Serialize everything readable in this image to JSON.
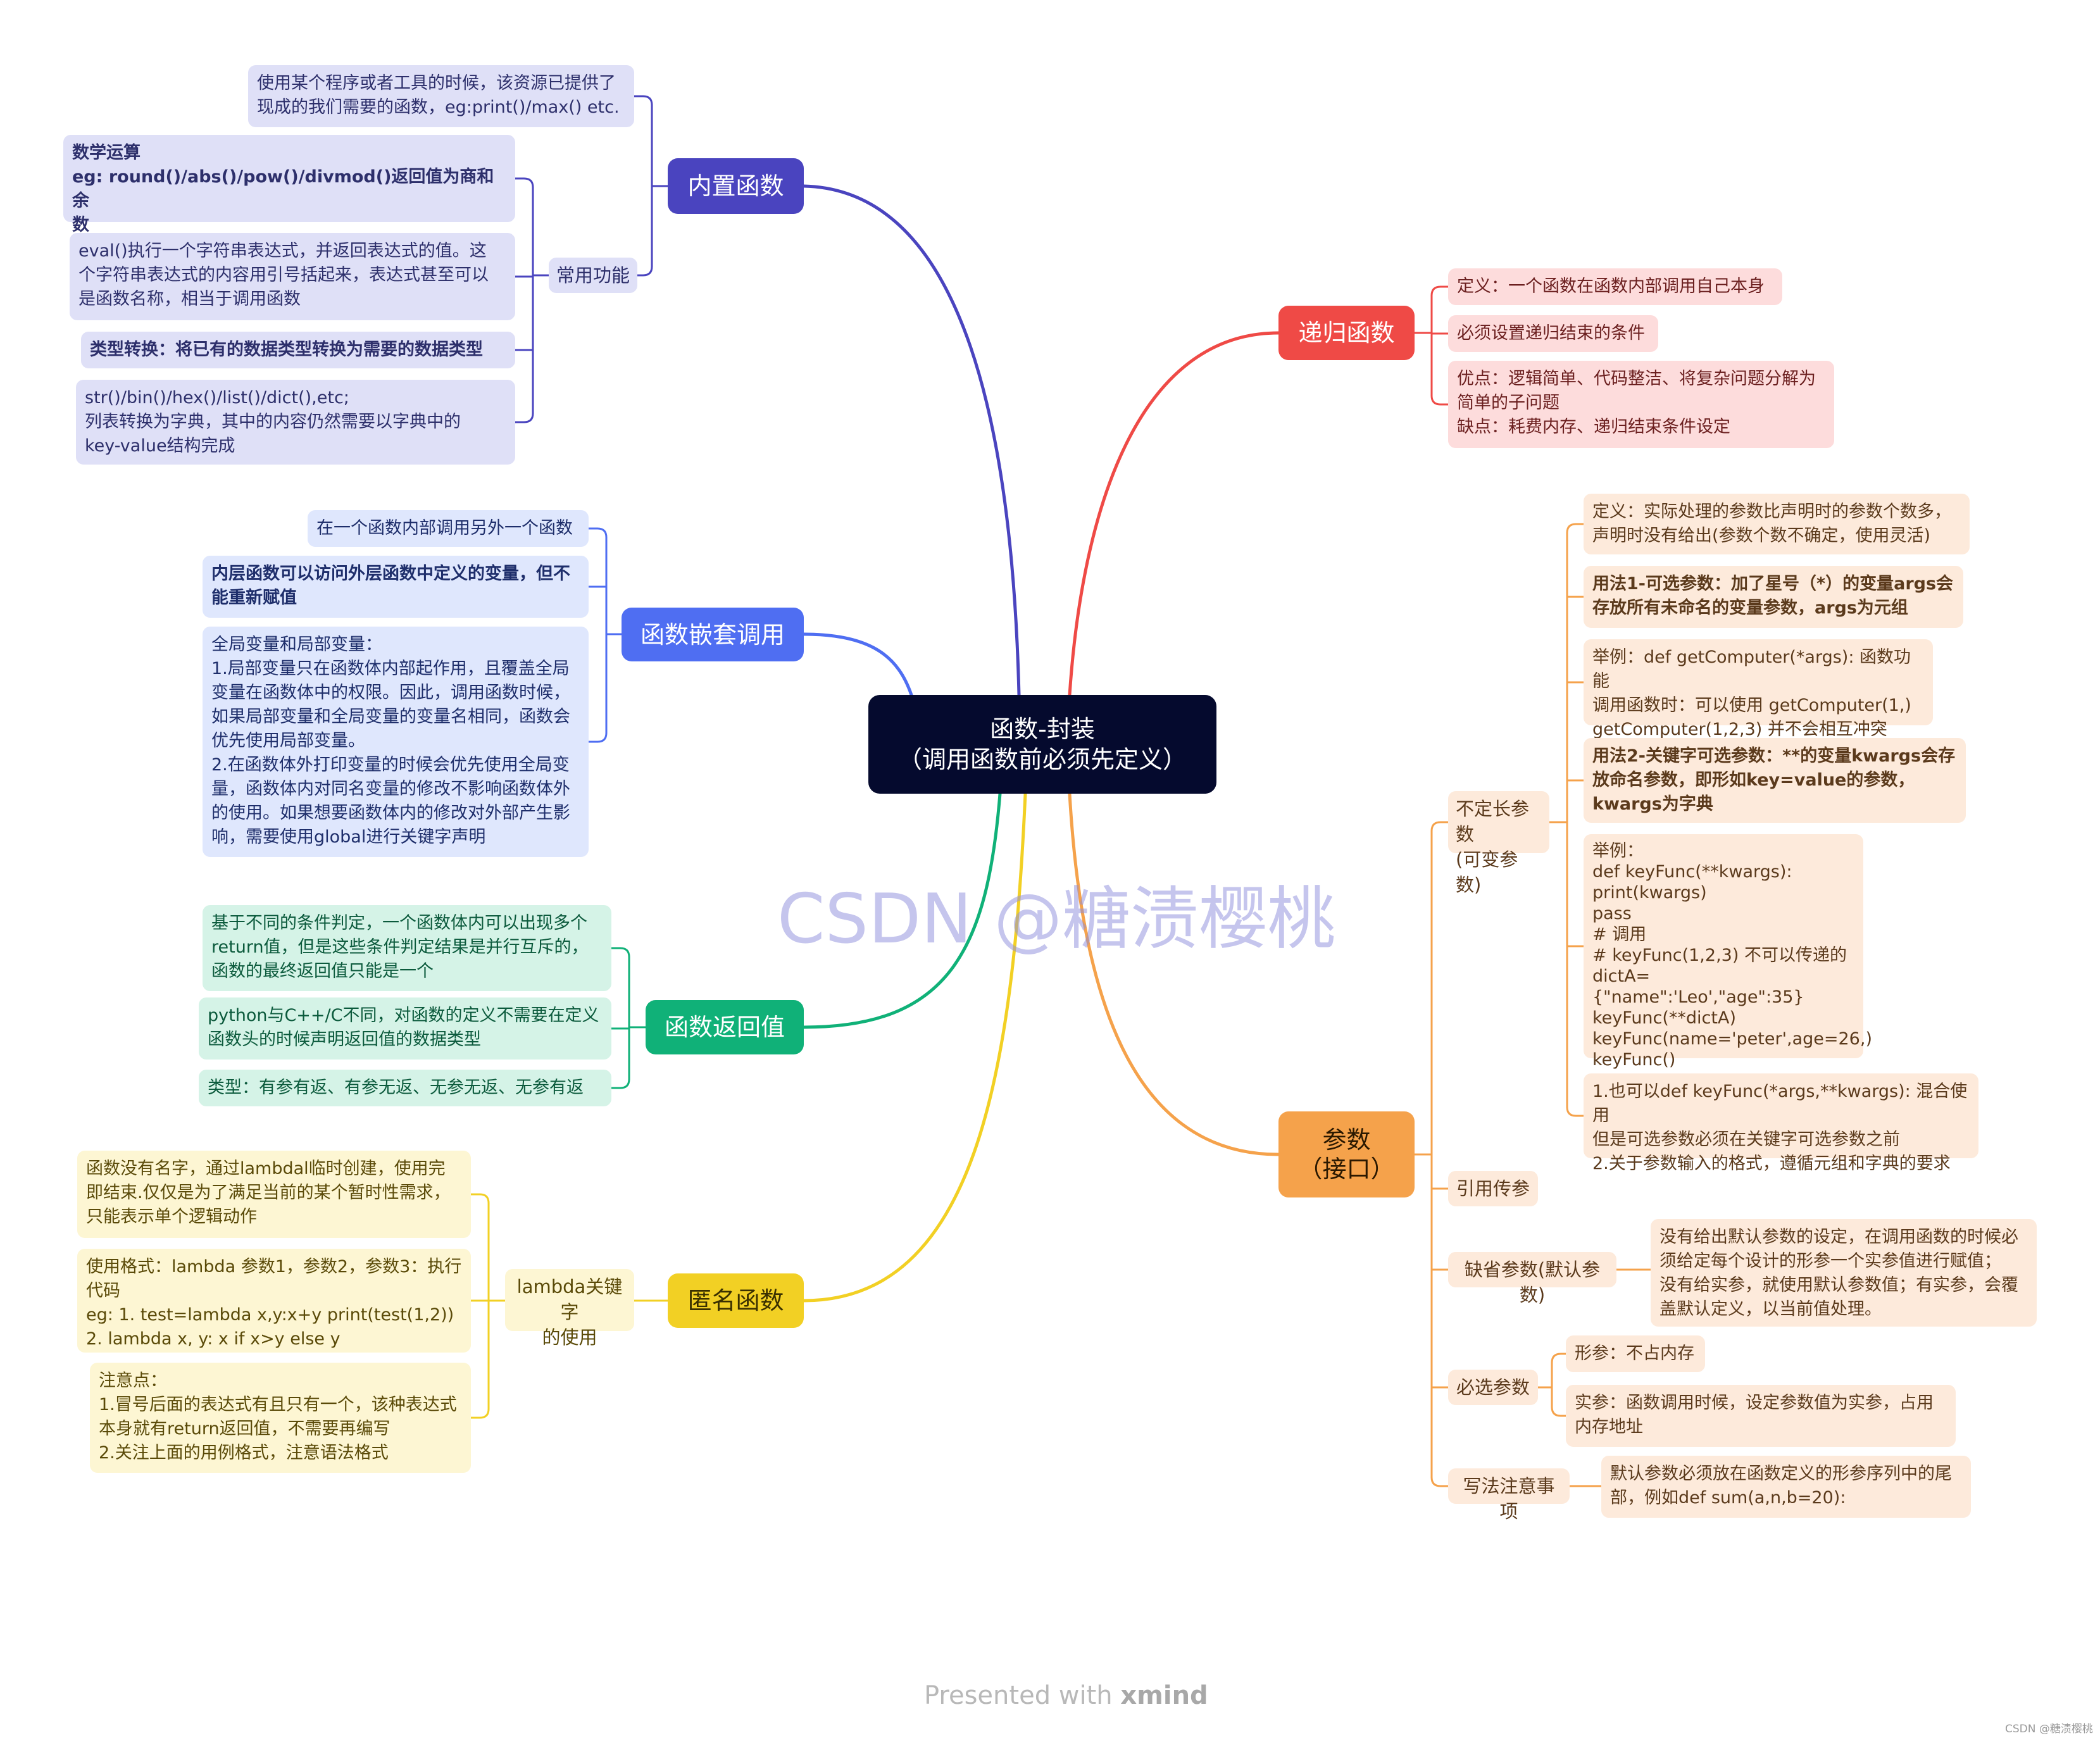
{
  "root": {
    "line1": "函数-封装",
    "line2": "（调用函数前必须先定义）"
  },
  "builtin": {
    "title": "内置函数",
    "desc": "使用某个程序或者工具的时候，该资源已提供了\n现成的我们需要的函数，eg:print()/max() etc.",
    "common_label": "常用功能",
    "math": "数学运算\neg: round()/abs()/pow()/divmod()返回值为商和余\n数",
    "eval": "eval()执行一个字符串表达式，并返回表达式的值。这\n个字符串表达式的内容用引号括起来，表达式甚至可以\n是函数名称，相当于调用函数",
    "convert": "类型转换：将已有的数据类型转换为需要的数据类型",
    "str_funcs": "str()/bin()/hex()/list()/dict(),etc;\n列表转换为字典，其中的内容仍然需要以字典中的\nkey-value结构完成"
  },
  "nested": {
    "title": "函数嵌套调用",
    "call": "在一个函数内部调用另外一个函数",
    "inner": "内层函数可以访问外层函数中定义的变量，但不\n能重新赋值",
    "scope": "全局变量和局部变量：\n1.局部变量只在函数体内部起作用，且覆盖全局\n变量在函数体中的权限。因此，调用函数时候，\n如果局部变量和全局变量的变量名相同，函数会\n优先使用局部变量。\n2.在函数体外打印变量的时候会优先使用全局变\n量，函数体内对同名变量的修改不影响函数体外\n的使用。如果想要函数体内的修改对外部产生影\n响，需要使用global进行关键字声明"
  },
  "ret": {
    "title": "函数返回值",
    "multi": "基于不同的条件判定，一个函数体内可以出现多个\nreturn值，但是这些条件判定结果是并行互斥的，\n函数的最终返回值只能是一个",
    "python": "python与C++/C不同，对函数的定义不需要在定义\n函数头的时候声明返回值的数据类型",
    "types": "类型：有参有返、有参无返、无参无返、无参有返"
  },
  "anon": {
    "title": "匿名函数",
    "usage_label": "lambda关键字\n的使用",
    "noname": "函数没有名字，通过lambdal临时创建，使用完\n即结束.仅仅是为了满足当前的某个暂时性需求，\n只能表示单个逻辑动作",
    "format": "使用格式：lambda 参数1，参数2，参数3：执行\n代码\neg: 1. test=lambda x,y:x+y  print(test(1,2))\n2. lambda x, y: x if x>y else y",
    "notes": "注意点：\n1.冒号后面的表达式有且只有一个，该种表达式\n本身就有return返回值，不需要再编写\n2.关注上面的用例格式，注意语法格式"
  },
  "recursion": {
    "title": "递归函数",
    "def": "定义：一个函数在函数内部调用自己本身",
    "end": "必须设置递归结束的条件",
    "pros": "优点：逻辑简单、代码整洁、将复杂问题分解为\n简单的子问题\n缺点：耗费内存、递归结束条件设定"
  },
  "params": {
    "title_line1": "参数",
    "title_line2": "（接口）",
    "var_label": "不定长参数\n(可变参数)",
    "var_def": "定义：实际处理的参数比声明时的参数个数多，\n声明时没有给出(参数个数不确定，使用灵活)",
    "var_args": "用法1-可选参数：加了星号（*）的变量args会\n存放所有未命名的变量参数，args为元组",
    "var_args_eg": "举例：def getComputer(*args): 函数功能\n调用函数时：可以使用 getComputer(1,)\ngetComputer(1,2,3) 并不会相互冲突",
    "var_kwargs": "用法2-关键字可选参数：**的变量kwargs会存\n放命名参数，即形如key=value的参数，\nkwargs为字典",
    "var_kwargs_eg": "举例：\ndef keyFunc(**kwargs):\n    print(kwargs)\n    pass\n# 调用\n# keyFunc(1,2,3) 不可以传递的\ndictA={\"name\":'Leo',\"age\":35}\nkeyFunc(**dictA)\nkeyFunc(name='peter',age=26,)\nkeyFunc()",
    "var_mix": "1.也可以def keyFunc(*args,**kwargs): 混合使用\n但是可选参数必须在关键字可选参数之前\n2.关于参数输入的格式，遵循元组和字典的要求",
    "ref_label": "引用传参",
    "default_label": "缺省参数(默认参数)",
    "default_desc": "没有给出默认参数的设定，在调用函数的时候必\n须给定每个设计的形参一个实参值进行赋值；\n没有给实参，就使用默认参数值；有实参，会覆\n盖默认定义，以当前值处理。",
    "required_label": "必选参数",
    "formal": "形参：不占内存",
    "actual": "实参：函数调用时候，设定参数值为实参，占用\n内存地址",
    "notes_label": "写法注意事项",
    "notes_desc": "默认参数必须放在函数定义的形参序列中的尾\n部，例如def sum(a,n,b=20):"
  },
  "watermark": "CSDN @糖渍樱桃",
  "footer": {
    "prefix": "Presented with ",
    "brand": "xmind"
  },
  "corner": "CSDN @糖渍樱桃",
  "colors": {
    "builtin": "#4a44bf",
    "nested": "#4f6ef2",
    "ret": "#10b178",
    "anon": "#f2d024",
    "recursion": "#ef4a46",
    "params": "#f5a24b"
  }
}
